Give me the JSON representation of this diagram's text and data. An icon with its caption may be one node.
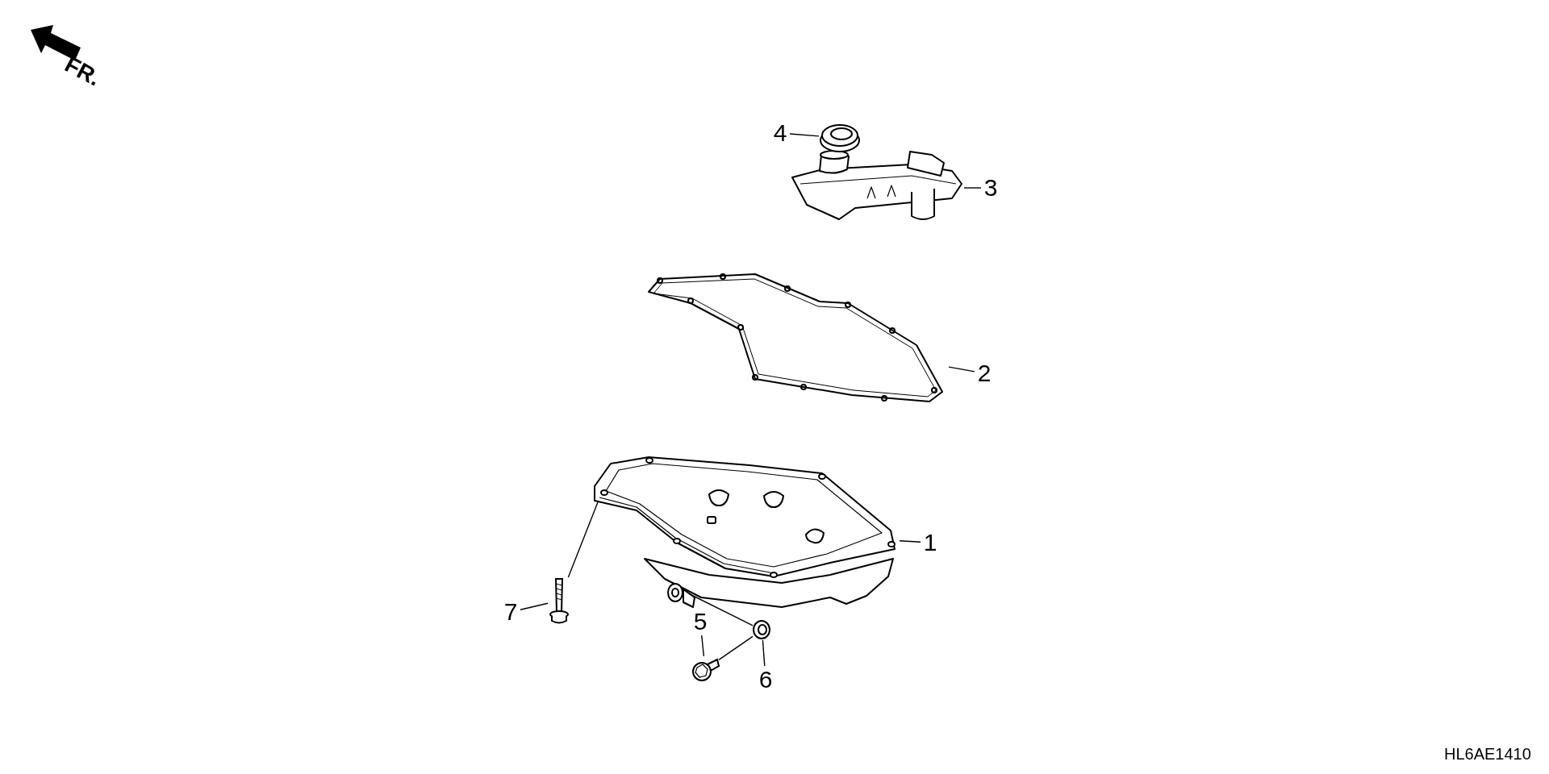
{
  "diagram": {
    "nodes": [
      {
        "text": [
          "1"
        ]
      },
      {
        "text": [],
        "shape": "picture"
      },
      {
        "text": [
          "2"
        ]
      },
      {
        "text": [],
        "shape": "picture"
      },
      {
        "text": [
          "3"
        ]
      },
      {
        "text": [],
        "shape": "picture"
      },
      {
        "text": [
          "4"
        ]
      },
      {
        "text": [],
        "shape": "picture"
      },
      {
        "text": [
          "5"
        ]
      },
      {
        "text": [],
        "shape": "picture"
      },
      {
        "text": [
          "6"
        ]
      },
      {
        "text": [],
        "shape": "picture"
      },
      {
        "text": [
          "7"
        ]
      },
      {
        "text": [],
        "shape": "picture"
      }
    ],
    "edges": [
      {
        "from": 0,
        "to": 1,
        "arrow": "none"
      },
      {
        "from": 2,
        "to": 3,
        "arrow": "none"
      },
      {
        "from": 4,
        "to": 5,
        "arrow": "none"
      },
      {
        "from": 6,
        "to": 7,
        "arrow": "none"
      },
      {
        "from": 8,
        "to": 9,
        "arrow": "none"
      },
      {
        "from": 10,
        "to": 11,
        "arrow": "none"
      },
      {
        "from": 12,
        "to": 13,
        "arrow": "none"
      },
      {
        "from": 9,
        "to": 11,
        "arrow": "none"
      },
      {
        "from": 11,
        "to": 1,
        "arrow": "none"
      },
      {
        "from": 13,
        "to": 1,
        "arrow": "none"
      }
    ],
    "labels": [
      "FR.",
      "HL6AE1410"
    ]
  }
}
